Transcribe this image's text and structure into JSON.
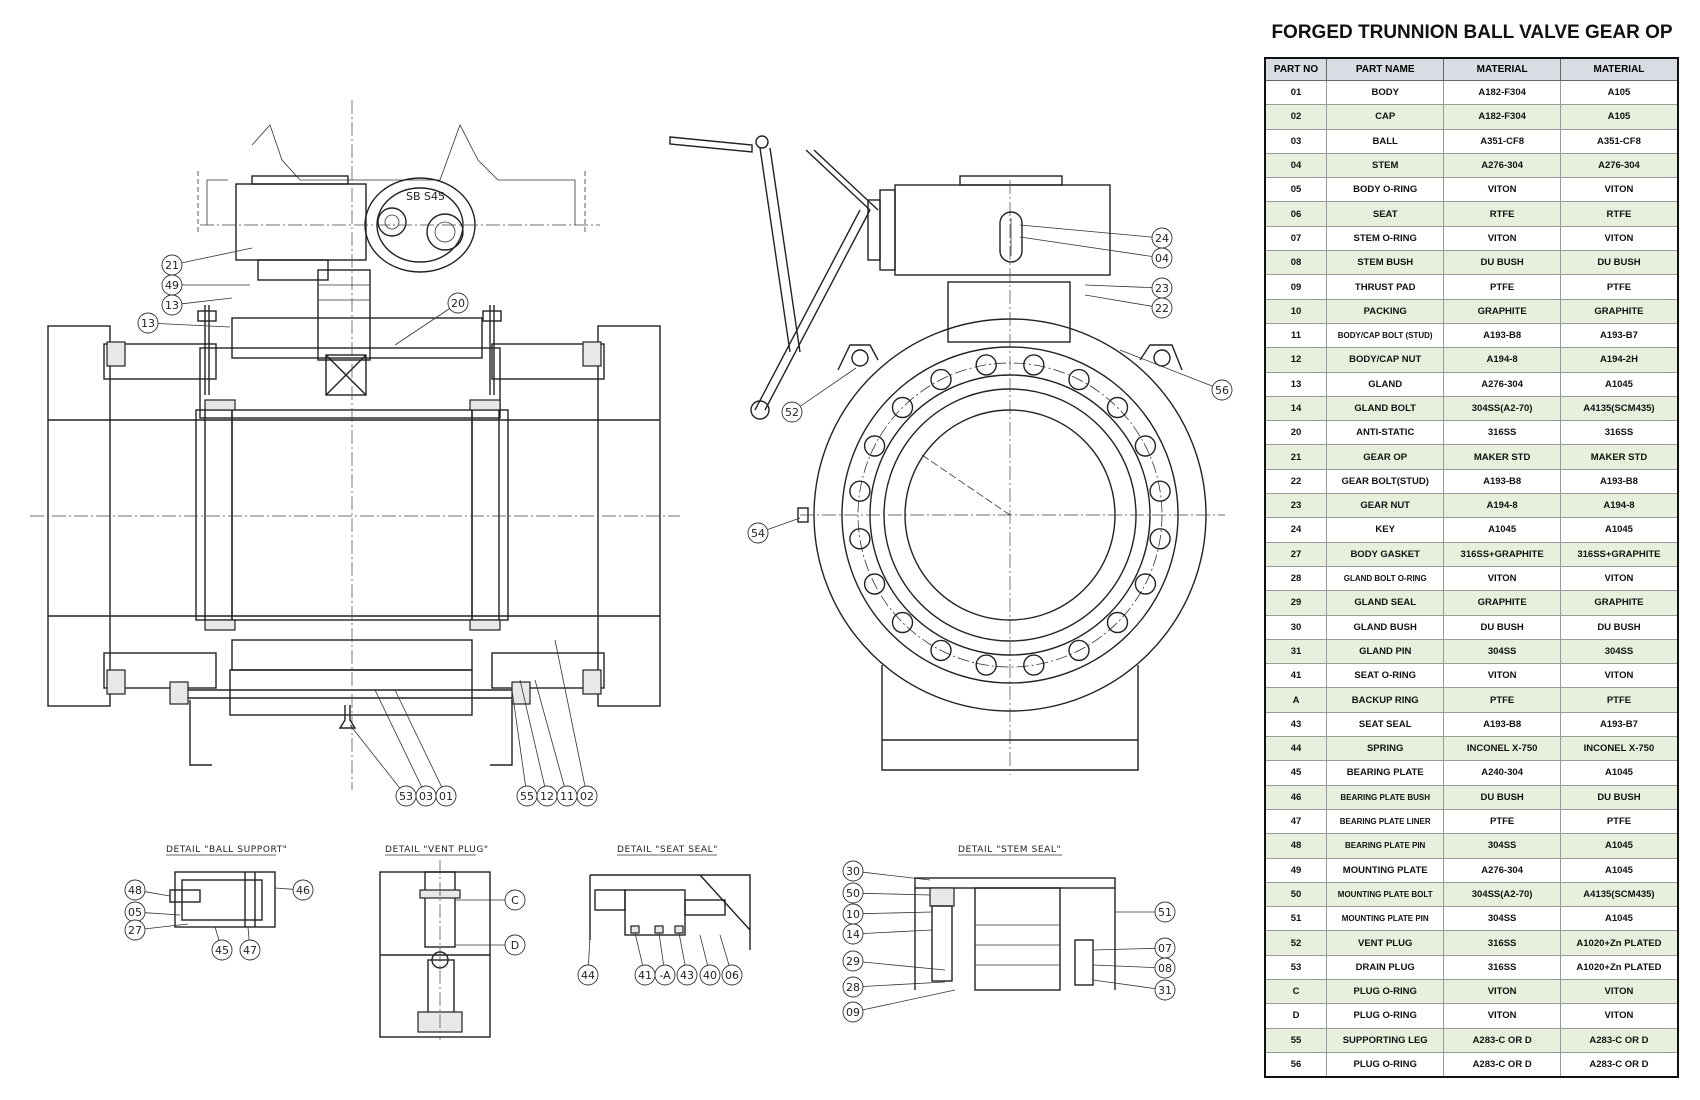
{
  "title": "FORGED TRUNNION BALL VALVE GEAR OP",
  "table": {
    "headers": [
      "PART NO",
      "PART NAME",
      "MATERIAL",
      "MATERIAL"
    ],
    "rows": [
      [
        "01",
        "BODY",
        "A182-F304",
        "A105"
      ],
      [
        "02",
        "CAP",
        "A182-F304",
        "A105"
      ],
      [
        "03",
        "BALL",
        "A351-CF8",
        "A351-CF8"
      ],
      [
        "04",
        "STEM",
        "A276-304",
        "A276-304"
      ],
      [
        "05",
        "BODY O-RING",
        "VITON",
        "VITON"
      ],
      [
        "06",
        "SEAT",
        "RTFE",
        "RTFE"
      ],
      [
        "07",
        "STEM O-RING",
        "VITON",
        "VITON"
      ],
      [
        "08",
        "STEM BUSH",
        "DU BUSH",
        "DU BUSH"
      ],
      [
        "09",
        "THRUST PAD",
        "PTFE",
        "PTFE"
      ],
      [
        "10",
        "PACKING",
        "GRAPHITE",
        "GRAPHITE"
      ],
      [
        "11",
        "BODY/CAP BOLT (STUD)",
        "A193-B8",
        "A193-B7"
      ],
      [
        "12",
        "BODY/CAP NUT",
        "A194-8",
        "A194-2H"
      ],
      [
        "13",
        "GLAND",
        "A276-304",
        "A1045"
      ],
      [
        "14",
        "GLAND BOLT",
        "304SS(A2-70)",
        "A4135(SCM435)"
      ],
      [
        "20",
        "ANTI-STATIC",
        "316SS",
        "316SS"
      ],
      [
        "21",
        "GEAR OP",
        "MAKER STD",
        "MAKER STD"
      ],
      [
        "22",
        "GEAR BOLT(STUD)",
        "A193-B8",
        "A193-B8"
      ],
      [
        "23",
        "GEAR NUT",
        "A194-8",
        "A194-8"
      ],
      [
        "24",
        "KEY",
        "A1045",
        "A1045"
      ],
      [
        "27",
        "BODY GASKET",
        "316SS+GRAPHITE",
        "316SS+GRAPHITE"
      ],
      [
        "28",
        "GLAND BOLT O-RING",
        "VITON",
        "VITON"
      ],
      [
        "29",
        "GLAND SEAL",
        "GRAPHITE",
        "GRAPHITE"
      ],
      [
        "30",
        "GLAND BUSH",
        "DU BUSH",
        "DU BUSH"
      ],
      [
        "31",
        "GLAND PIN",
        "304SS",
        "304SS"
      ],
      [
        "41",
        "SEAT O-RING",
        "VITON",
        "VITON"
      ],
      [
        "A",
        "BACKUP RING",
        "PTFE",
        "PTFE"
      ],
      [
        "43",
        "SEAT SEAL",
        "A193-B8",
        "A193-B7"
      ],
      [
        "44",
        "SPRING",
        "INCONEL X-750",
        "INCONEL X-750"
      ],
      [
        "45",
        "BEARING PLATE",
        "A240-304",
        "A1045"
      ],
      [
        "46",
        "BEARING PLATE BUSH",
        "DU BUSH",
        "DU BUSH"
      ],
      [
        "47",
        "BEARING PLATE LINER",
        "PTFE",
        "PTFE"
      ],
      [
        "48",
        "BEARING PLATE PIN",
        "304SS",
        "A1045"
      ],
      [
        "49",
        "MOUNTING PLATE",
        "A276-304",
        "A1045"
      ],
      [
        "50",
        "MOUNTING PLATE BOLT",
        "304SS(A2-70)",
        "A4135(SCM435)"
      ],
      [
        "51",
        "MOUNTING PLATE PIN",
        "304SS",
        "A1045"
      ],
      [
        "52",
        "VENT PLUG",
        "316SS",
        "A1020+Zn PLATED"
      ],
      [
        "53",
        "DRAIN PLUG",
        "316SS",
        "A1020+Zn PLATED"
      ],
      [
        "C",
        "PLUG O-RING",
        "VITON",
        "VITON"
      ],
      [
        "D",
        "PLUG O-RING",
        "VITON",
        "VITON"
      ],
      [
        "55",
        "SUPPORTING LEG",
        "A283-C OR D",
        "A283-C OR D"
      ],
      [
        "56",
        "PLUG O-RING",
        "A283-C OR D",
        "A283-C OR D"
      ]
    ]
  },
  "gear_label": "SB S45",
  "details": {
    "ball_support": "DETAIL \"BALL SUPPORT\"",
    "vent_plug": "DETAIL \"VENT PLUG\"",
    "seat_seal": "DETAIL \"SEAT SEAL\"",
    "stem_seal": "DETAIL \"STEM SEAL\""
  },
  "balloons": {
    "side_view": [
      "21",
      "49",
      "13",
      "13",
      "20",
      "53",
      "03",
      "01",
      "55",
      "12",
      "11",
      "02"
    ],
    "end_view": [
      "24",
      "04",
      "23",
      "22",
      "56",
      "52",
      "54"
    ],
    "ball_support": [
      "48",
      "46",
      "05",
      "27",
      "45",
      "47"
    ],
    "vent_plug": [
      "C",
      "D"
    ],
    "seat_seal": [
      "44",
      "41",
      "-A",
      "43",
      "40",
      "06"
    ],
    "stem_seal": [
      "30",
      "50",
      "10",
      "14",
      "29",
      "28",
      "09",
      "51",
      "07",
      "08",
      "31"
    ]
  }
}
